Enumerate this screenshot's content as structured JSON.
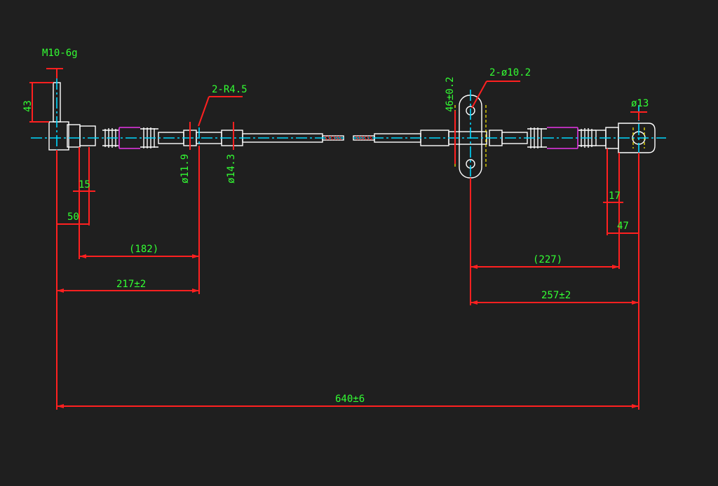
{
  "drawing": {
    "background": "#1f1f1f",
    "colors": {
      "outline": "#ffffff",
      "centerline": "#00d8ff",
      "dimension": "#ff2020",
      "text": "#33ff33",
      "accent": "#cc33cc",
      "hidden": "#ffee00"
    },
    "labels": {
      "thread": "M10-6g",
      "height_43": "43",
      "hole_2r45": "2-R4.5",
      "dia_119": "ø11.9",
      "dia_143": "ø14.3",
      "dim_15": "15",
      "dim_50": "50",
      "dim_182": "(182)",
      "dim_217": "217±2",
      "hole_2d102": "2-ø10.2",
      "dim_46": "46±0.2",
      "dia_13": "ø13",
      "dim_17": "17",
      "dim_47": "47",
      "dim_227": "(227)",
      "dim_257": "257±2",
      "dim_640": "640±6"
    }
  }
}
